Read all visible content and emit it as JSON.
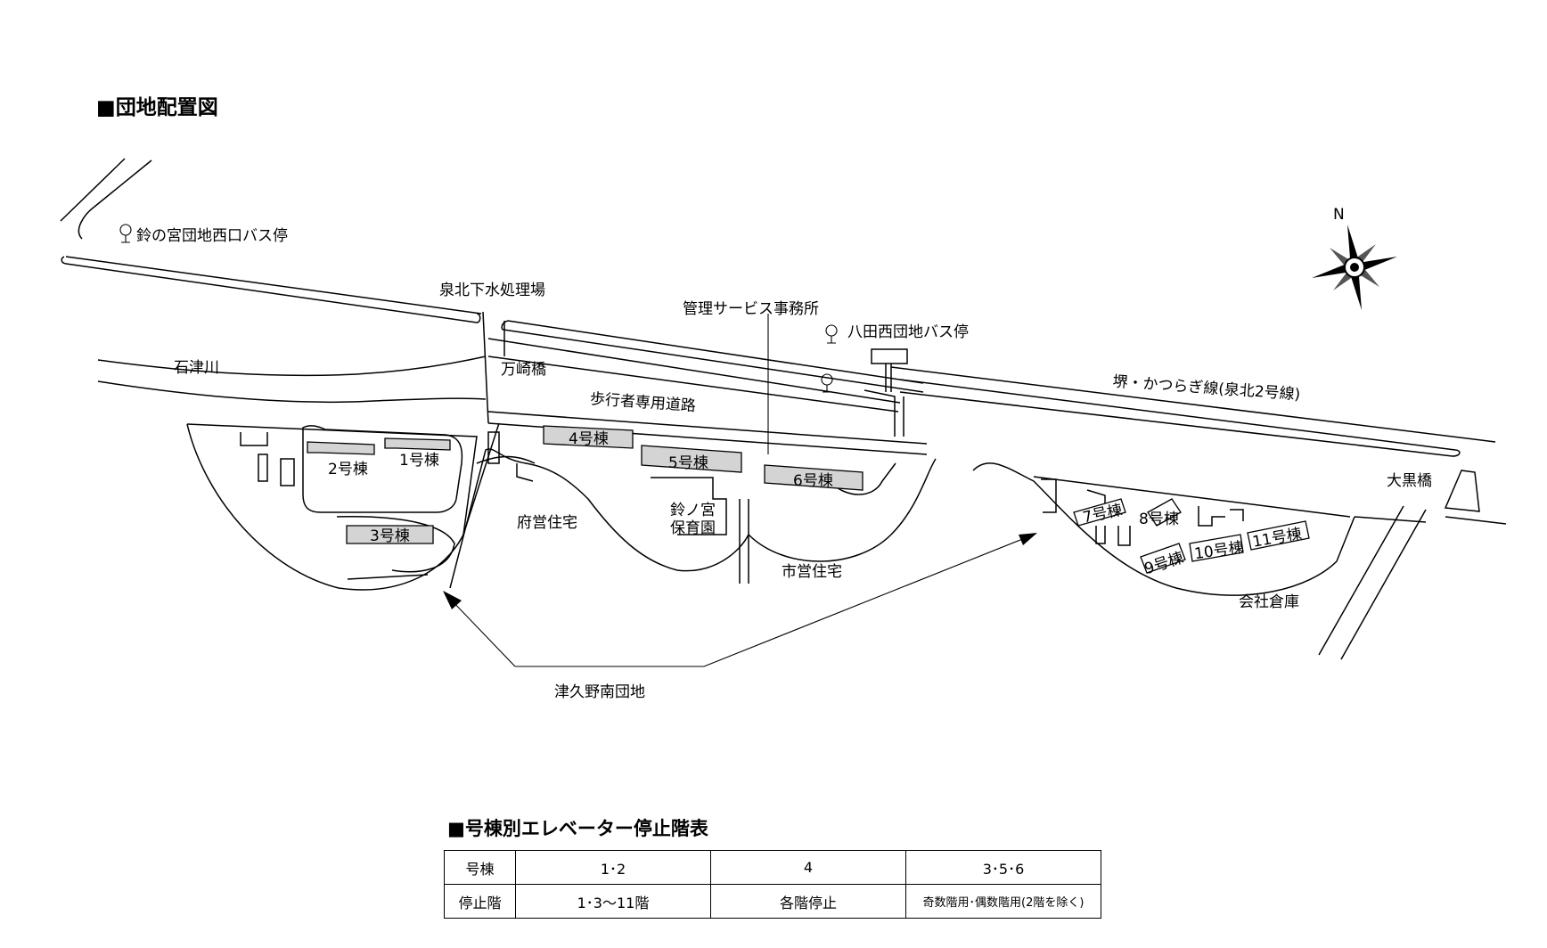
{
  "title": "■団地配置図",
  "labels": {
    "bus_stop_west": "鈴の宮団地西口バス停",
    "sewage": "泉北下水処理場",
    "office": "管理サービス事務所",
    "bus_stop_hachida": "八田西団地バス停",
    "river": "石津川",
    "bridge_manzaki": "万崎橋",
    "walkway": "歩行者専用道路",
    "highway": "堺・かつらぎ線(泉北2号線)",
    "bridge_daikoku": "大黒橋",
    "fu_housing": "府営住宅",
    "nursery": "鈴ノ宮\n保育園",
    "nursery_line1": "鈴ノ宮",
    "nursery_line2": "保育園",
    "city_housing": "市営住宅",
    "company_warehouse": "会社倉庫",
    "danchi": "津久野南団地",
    "compass_n": "N"
  },
  "buildings": [
    "1号棟",
    "2号棟",
    "3号棟",
    "4号棟",
    "5号棟",
    "6号棟",
    "7号棟",
    "8号棟",
    "9号棟",
    "10号棟",
    "11号棟"
  ],
  "elevator": {
    "title": "■号棟別エレベーター停止階表",
    "rows": [
      {
        "header": "号棟",
        "cells": [
          "1･2",
          "4",
          "3･5･6"
        ]
      },
      {
        "header": "停止階",
        "cells": [
          "1･3〜11階",
          "各階停止",
          "奇数階用･偶数階用(2階を除く)"
        ]
      }
    ]
  }
}
